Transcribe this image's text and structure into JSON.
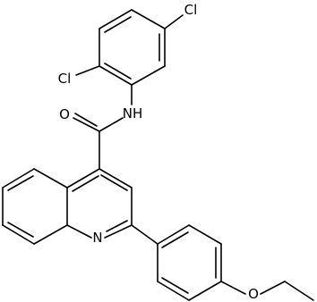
{
  "structure": {
    "atom_labels": {
      "cl_top": "Cl",
      "cl_left": "Cl",
      "oxygen_carbonyl": "O",
      "nitrogen_amide": "NH",
      "nitrogen_ring": "N",
      "oxygen_ether": "O"
    }
  }
}
